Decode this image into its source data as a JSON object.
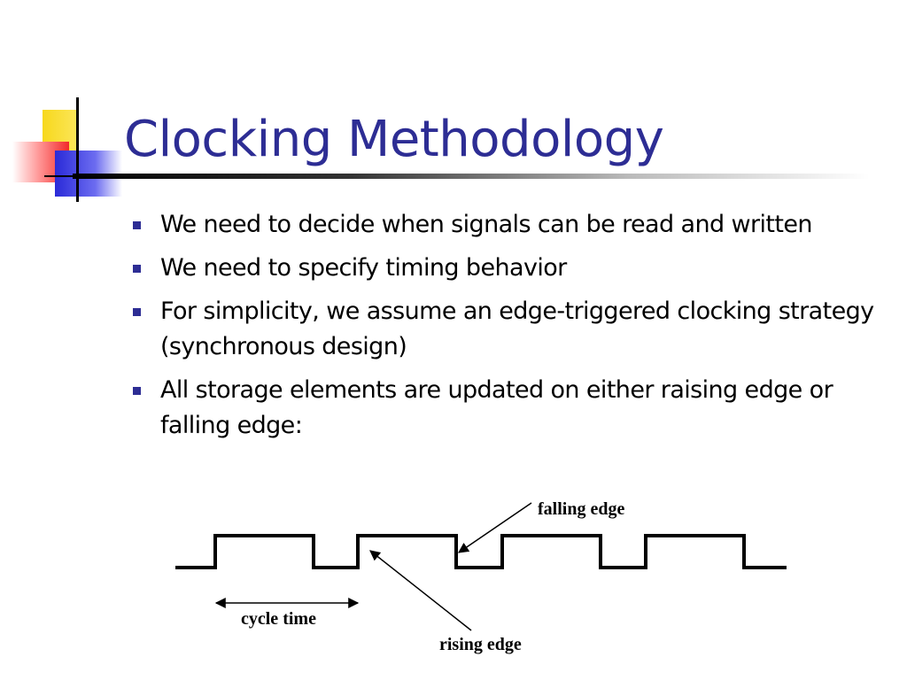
{
  "slide": {
    "title": "Clocking Methodology",
    "bullets": [
      "We need to decide when signals can be read and written",
      "We need to specify timing behavior",
      "For simplicity, we assume an edge-triggered clocking strategy (synchronous design)",
      "All storage elements are updated on either raising edge or falling edge:"
    ],
    "accent_color": "#2d2d94"
  },
  "diagram": {
    "labels": {
      "falling_edge": "falling edge",
      "rising_edge": "rising edge",
      "cycle_time": "cycle time"
    }
  }
}
